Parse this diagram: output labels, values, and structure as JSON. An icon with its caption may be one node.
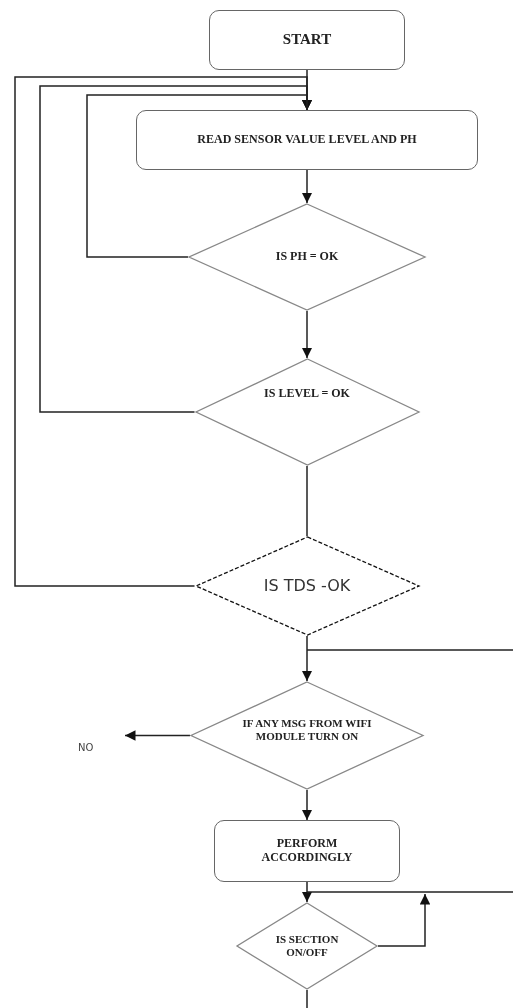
{
  "diagram": {
    "nodes": [
      {
        "text": [
          "START"
        ]
      },
      {
        "text": [
          "READ SENSOR VALUE  LEVEL AND PH"
        ]
      },
      {
        "text": [
          "IS PH = OK"
        ]
      },
      {
        "text": [
          "IS LEVEL = OK"
        ]
      },
      {
        "text": [
          "IS TDS -OK"
        ]
      },
      {
        "text": [
          "IF ANY MSG FROM WIFI MODULE TURN ON"
        ]
      },
      {
        "text": [
          "PERFORM ACCORDINGLY"
        ]
      },
      {
        "text": [
          "IS SECTION ON/OFF"
        ]
      }
    ],
    "edges": [
      {
        "from": 0,
        "to": 1,
        "arrow": "to"
      },
      {
        "from": 1,
        "to": 2,
        "arrow": "to"
      },
      {
        "from": 2,
        "to": 3,
        "arrow": "to"
      },
      {
        "from": 3,
        "to": 4,
        "arrow": "none"
      },
      {
        "from": 4,
        "to": 5,
        "arrow": "to"
      },
      {
        "from": null,
        "to": 5,
        "arrow": "none"
      },
      {
        "from": 5,
        "to": 6,
        "arrow": "to"
      },
      {
        "from": 6,
        "to": 7,
        "arrow": "to"
      },
      {
        "from": null,
        "to": 7,
        "arrow": "none"
      },
      {
        "from": 7,
        "to": null,
        "arrow": "to"
      },
      {
        "from": 7,
        "to": null,
        "arrow": "none"
      },
      {
        "from": 5,
        "to": null,
        "arrow": "to"
      },
      {
        "from": 2,
        "to": 1,
        "arrow": "to"
      },
      {
        "from": 3,
        "to": 1,
        "arrow": "to"
      },
      {
        "from": 4,
        "to": 1,
        "arrow": "none"
      }
    ],
    "labels": [
      "NO"
    ]
  }
}
